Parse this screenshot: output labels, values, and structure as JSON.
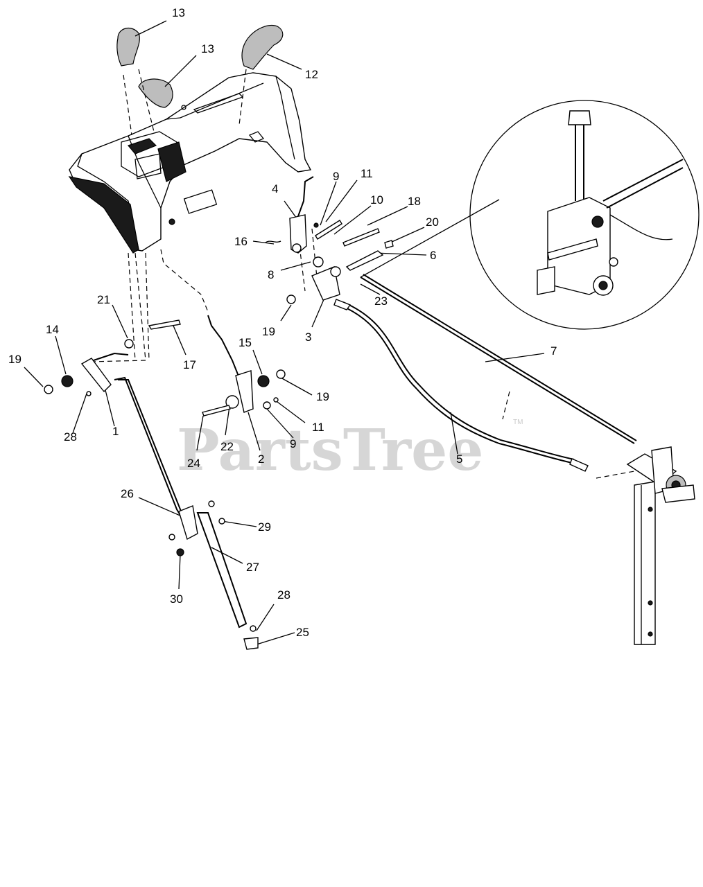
{
  "watermark": {
    "text": "PartsTree",
    "trademark": "TM"
  },
  "callouts": [
    {
      "id": "c13a",
      "label": "13"
    },
    {
      "id": "c13b",
      "label": "13"
    },
    {
      "id": "c12",
      "label": "12"
    },
    {
      "id": "c9a",
      "label": "9"
    },
    {
      "id": "c11a",
      "label": "11"
    },
    {
      "id": "c4",
      "label": "4"
    },
    {
      "id": "c10",
      "label": "10"
    },
    {
      "id": "c18",
      "label": "18"
    },
    {
      "id": "c20",
      "label": "20"
    },
    {
      "id": "c16",
      "label": "16"
    },
    {
      "id": "c6",
      "label": "6"
    },
    {
      "id": "c8",
      "label": "8"
    },
    {
      "id": "c19a",
      "label": "19"
    },
    {
      "id": "c23",
      "label": "23"
    },
    {
      "id": "c3",
      "label": "3"
    },
    {
      "id": "c21",
      "label": "21"
    },
    {
      "id": "c14",
      "label": "14"
    },
    {
      "id": "c19b",
      "label": "19"
    },
    {
      "id": "c17",
      "label": "17"
    },
    {
      "id": "c15",
      "label": "15"
    },
    {
      "id": "c7",
      "label": "7"
    },
    {
      "id": "c19c",
      "label": "19"
    },
    {
      "id": "c28a",
      "label": "28"
    },
    {
      "id": "c1",
      "label": "1"
    },
    {
      "id": "c11b",
      "label": "11"
    },
    {
      "id": "c24",
      "label": "24"
    },
    {
      "id": "c22",
      "label": "22"
    },
    {
      "id": "c2",
      "label": "2"
    },
    {
      "id": "c9b",
      "label": "9"
    },
    {
      "id": "c5",
      "label": "5"
    },
    {
      "id": "c26",
      "label": "26"
    },
    {
      "id": "c29",
      "label": "29"
    },
    {
      "id": "c27",
      "label": "27"
    },
    {
      "id": "c30",
      "label": "30"
    },
    {
      "id": "c28b",
      "label": "28"
    },
    {
      "id": "c25",
      "label": "25"
    }
  ]
}
